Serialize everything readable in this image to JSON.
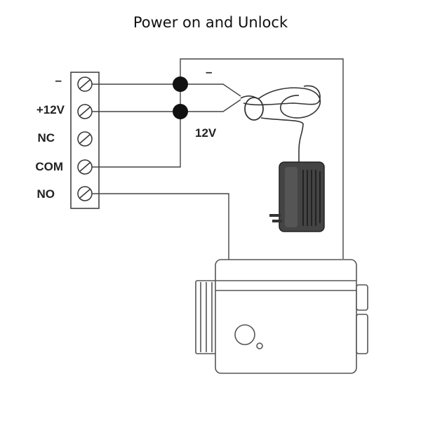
{
  "title": "Power on and Unlock",
  "terminals": [
    {
      "label": "–"
    },
    {
      "label": "+12V"
    },
    {
      "label": "NC"
    },
    {
      "label": "COM"
    },
    {
      "label": "NO"
    }
  ],
  "wire_labels": {
    "negative": "–",
    "positive": "12V"
  }
}
